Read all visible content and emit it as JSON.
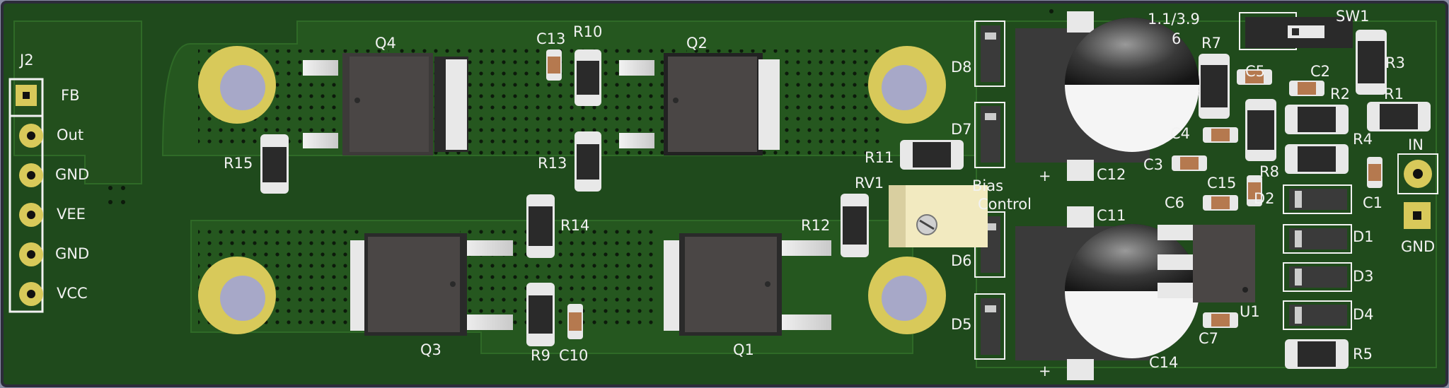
{
  "connector": {
    "ref": "J2",
    "pins": [
      "FB",
      "Out",
      "GND",
      "VEE",
      "GND",
      "VCC"
    ]
  },
  "input": {
    "in_label": "IN",
    "gnd_label": "GND"
  },
  "transistors": [
    "Q4",
    "Q2",
    "Q3",
    "Q1"
  ],
  "trimmer": {
    "ref": "RV1",
    "note_line1": "Bias",
    "note_line2": "Control"
  },
  "capacitors": {
    "C13": "C13",
    "C10": "C10",
    "C12": "C12",
    "C11": "C11",
    "C14": "C14",
    "C5": "C5",
    "C2": "C2",
    "C4": "C4",
    "C3": "C3",
    "C15": "C15",
    "C6": "C6",
    "C7": "C7",
    "C1": "C1",
    "C1_partial": "C1"
  },
  "resistors": {
    "R10": "R10",
    "R15": "R15",
    "R13": "R13",
    "R14": "R14",
    "R12": "R12",
    "R9": "R9",
    "R11": "R11",
    "R7": "R7",
    "R3": "R3",
    "R2": "R2",
    "R1": "R1",
    "R4": "R4",
    "R8": "R8",
    "R5": "R5"
  },
  "diodes": {
    "D8": "D8",
    "D7": "D7",
    "D6": "D6",
    "D5": "D5",
    "D2": "D2",
    "D1": "D1",
    "D3": "D3",
    "D4": "D4"
  },
  "switch": {
    "ref": "SW1"
  },
  "regulator": {
    "ref": "U1"
  },
  "version_text": "1.1/3.9",
  "fragment_6": "6",
  "plus_sign": "+",
  "colors": {
    "pcb": "#1f4a1c",
    "pcb_dark": "#173c15",
    "pad_gold": "#d8c95a",
    "silk": "#f2f2f2",
    "package": "#4a4645"
  }
}
